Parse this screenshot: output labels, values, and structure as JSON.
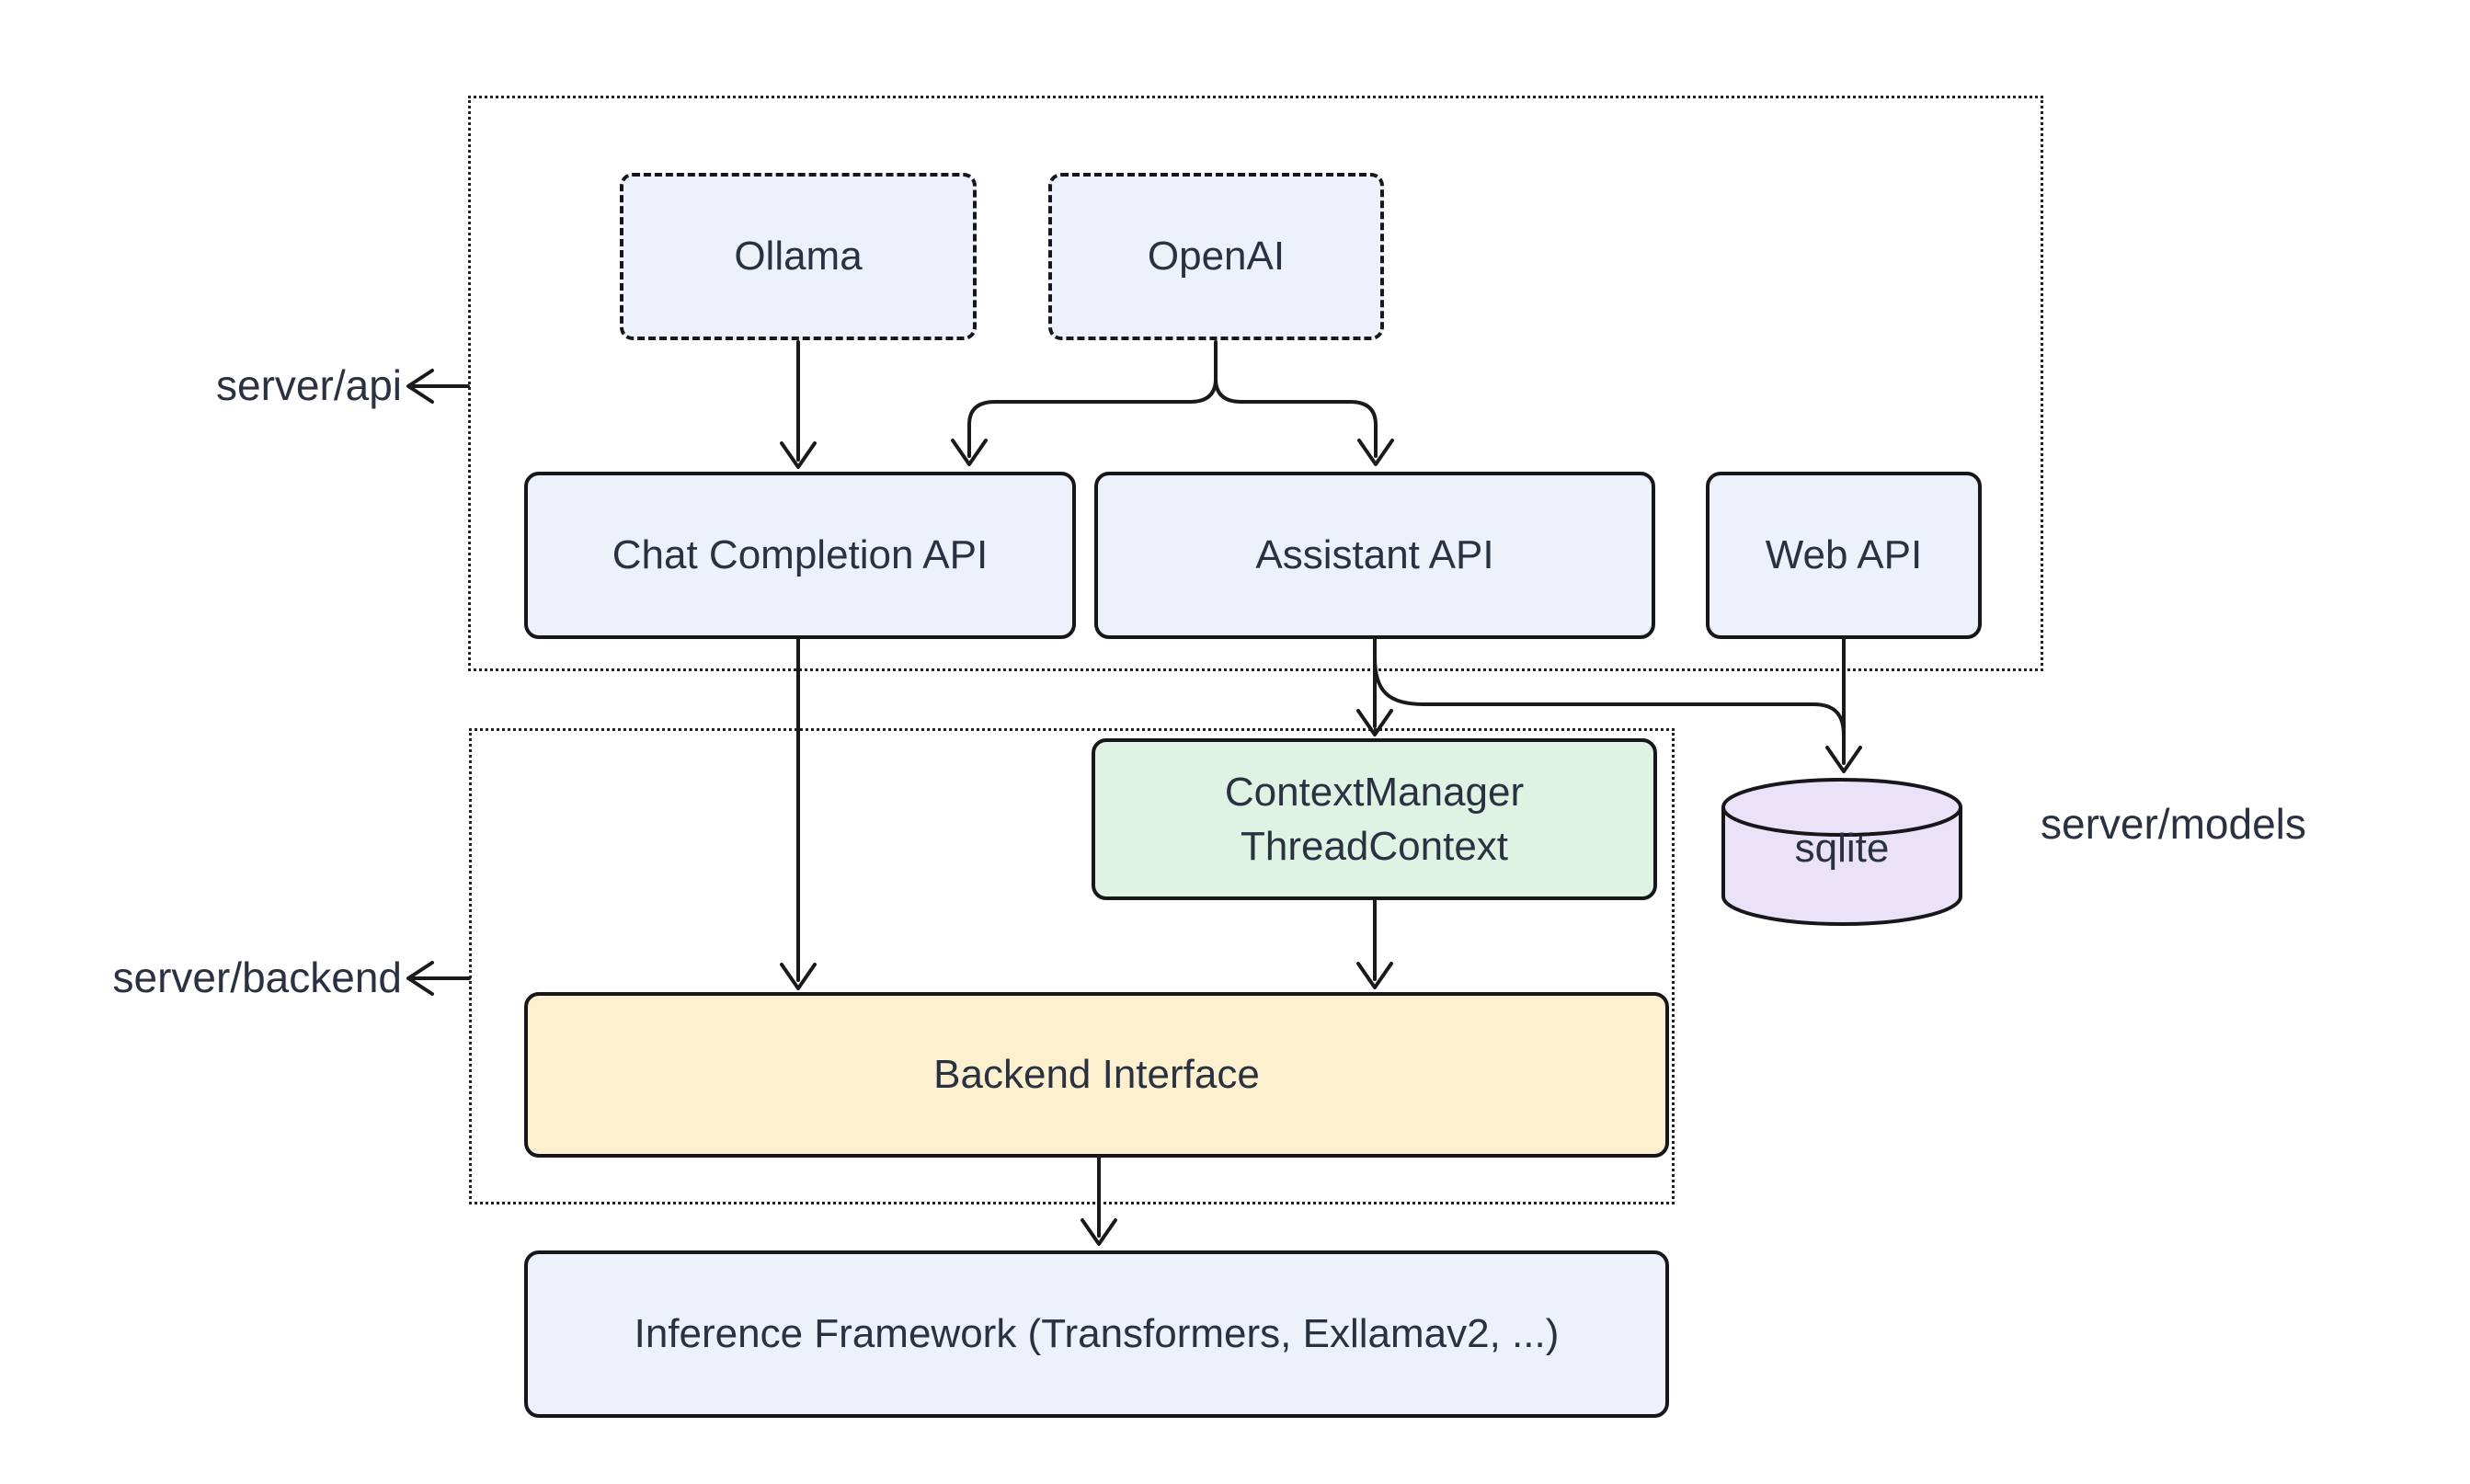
{
  "diagram": {
    "background_color": "#ffffff",
    "colors": {
      "node_fill_blue": "#ecf1fb",
      "node_fill_green": "#dff3e4",
      "node_fill_yellow": "#fdf0ce",
      "cylinder_fill_purple": "#e9e2f9",
      "node_border": "#17171b",
      "edge_color": "#1a1a1a",
      "text_color": "#2a3140"
    },
    "containers": {
      "server_api": {
        "label": "server/api"
      },
      "server_backend": {
        "label": "server/backend"
      }
    },
    "labels": {
      "server_models": "server/models"
    },
    "nodes": {
      "ollama": {
        "label": "Ollama",
        "shape": "dashed-box"
      },
      "openai": {
        "label": "OpenAI",
        "shape": "dashed-box"
      },
      "chat_completion_api": {
        "label": "Chat Completion API",
        "shape": "box"
      },
      "assistant_api": {
        "label": "Assistant API",
        "shape": "box"
      },
      "web_api": {
        "label": "Web API",
        "shape": "box"
      },
      "context_manager": {
        "line1": "ContextManager",
        "line2": "ThreadContext",
        "shape": "box"
      },
      "sqlite": {
        "label": "sqlite",
        "shape": "cylinder"
      },
      "backend_interface": {
        "label": "Backend Interface",
        "shape": "box"
      },
      "inference_framework": {
        "label": "Inference Framework (Transformers, Exllamav2, ...)",
        "shape": "box"
      }
    },
    "edges": [
      {
        "from": "Ollama",
        "to": "Chat Completion API"
      },
      {
        "from": "OpenAI",
        "to": "Chat Completion API"
      },
      {
        "from": "OpenAI",
        "to": "Assistant API"
      },
      {
        "from": "Chat Completion API",
        "to": "Backend Interface"
      },
      {
        "from": "Assistant API",
        "to": "ContextManager ThreadContext"
      },
      {
        "from": "Assistant API",
        "to": "sqlite"
      },
      {
        "from": "Web API",
        "to": "sqlite"
      },
      {
        "from": "ContextManager ThreadContext",
        "to": "Backend Interface"
      },
      {
        "from": "Backend Interface",
        "to": "Inference Framework (Transformers, Exllamav2, ...)"
      },
      {
        "from": "server/api container",
        "to": "server/api label"
      },
      {
        "from": "server/backend container",
        "to": "server/backend label"
      }
    ]
  }
}
